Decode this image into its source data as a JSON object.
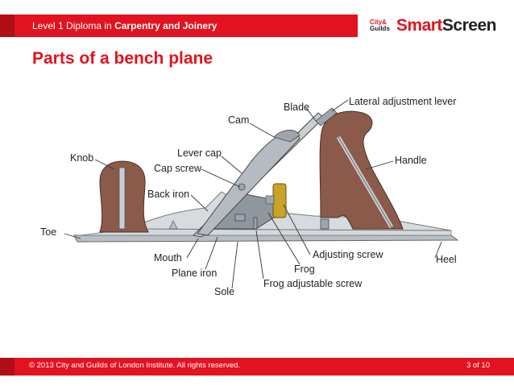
{
  "header": {
    "course_prefix": "Level 1 Diploma in ",
    "course_name": "Carpentry and Joinery",
    "logo_small_top": "City&",
    "logo_small_bottom": "Guilds",
    "logo_smart": "Smart",
    "logo_screen": "Screen"
  },
  "page_title": "Parts of a bench plane",
  "diagram": {
    "labels": {
      "lateral": "Lateral adjustment lever",
      "blade": "Blade",
      "cam": "Cam",
      "knob": "Knob",
      "lever_cap": "Lever cap",
      "cap_screw": "Cap screw",
      "handle": "Handle",
      "back_iron": "Back iron",
      "toe": "Toe",
      "adjusting_screw": "Adjusting screw",
      "heel": "Heel",
      "mouth": "Mouth",
      "frog": "Frog",
      "plane_iron": "Plane iron",
      "frog_screw": "Frog adjustable screw",
      "sole": "Sole"
    }
  },
  "footer": {
    "copyright": "© 2013 City and Guilds of London Institute. All rights reserved.",
    "page": "3 of 10"
  },
  "colors": {
    "brand_red": "#e2131f",
    "wood": "#8b5a4a",
    "metal": "#c9ced3"
  }
}
